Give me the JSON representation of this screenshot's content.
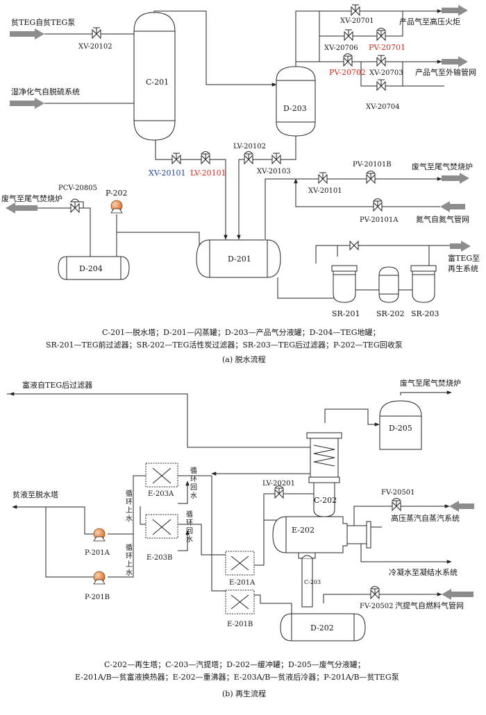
{
  "panel_a": {
    "inputs": {
      "lean_teg": "贫TEG自贫TEG泵",
      "wet_gas": "湿净化气自脱硫系统"
    },
    "outputs": {
      "flare": "产品气至高压火炬",
      "export": "产品气至外输管网",
      "waste_gas_right": "废气至尾气焚烧炉",
      "nitrogen": "氮气自氮气管网",
      "waste_gas_left": "废气至尾气焚烧炉",
      "rich_teg_line1": "富TEG至",
      "rich_teg_line2": "再生系统"
    },
    "valves": {
      "xv20102": "XV-20102",
      "xv20701": "XV-20701",
      "xv20706": "XV-20706",
      "pv20701": "PV-20701",
      "pv20702": "PV-20702",
      "xv20703": "XV-20703",
      "xv20704": "XV-20704",
      "lv20102": "LV-20102",
      "xv20103": "XV-20103",
      "xv20101_blue": "XV-20101",
      "lv20101": "LV-20101",
      "pv20101b": "PV-20101B",
      "xv20101": "XV-20101",
      "pv20101a": "PV-20101A",
      "pcv20805": "PCV-20805"
    },
    "equipment": {
      "c201": "C-201",
      "d203": "D-203",
      "d201": "D-201",
      "d204": "D-204",
      "p202": "P-202",
      "sr201": "SR-201",
      "sr202": "SR-202",
      "sr203": "SR-203"
    },
    "legend_line1": "C-201—脱水塔；D-201—闪蒸罐；D-203—产品气分液罐；D-204—TEG地罐；",
    "legend_line2": "SR-201—TEG前过滤器；SR-202—TEG活性炭过滤器；SR-203—TEG后过滤器；P-202—TEG回收泵",
    "caption": "(a) 脱水流程"
  },
  "panel_b": {
    "inputs": {
      "rich_liquid": "富液自TEG后过滤器",
      "hp_steam": "高压蒸汽自蒸汽系统",
      "strip_gas": "汽提气自燃料气管网"
    },
    "outputs": {
      "waste_gas": "废气至尾气焚烧炉",
      "lean_liquid": "贫液至脱水塔",
      "condensate": "冷凝水至凝结水系统"
    },
    "valves": {
      "lv20201": "LV-20201",
      "fv20501": "FV-20501",
      "fv20502": "FV-20502"
    },
    "equipment": {
      "d205": "D-205",
      "c202": "C-202",
      "e202": "E-202",
      "c203": "C-203",
      "d202": "D-202",
      "e203a": "E-203A",
      "e203b": "E-203B",
      "e201a": "E-201A",
      "e201b": "E-201B",
      "p201a": "P-201A",
      "p201b": "P-201B"
    },
    "water_labels": {
      "supply_a": [
        "循",
        "环",
        "上",
        "水"
      ],
      "return_a": [
        "循",
        "环",
        "回",
        "水"
      ],
      "return_b": [
        "循",
        "环",
        "回",
        "水"
      ],
      "supply_b": [
        "循",
        "环",
        "上",
        "水"
      ]
    },
    "legend_line1": "C-202—再生塔；C-203—汽提塔；D-202—缓冲罐；D-205—废气分液罐；",
    "legend_line2": "E-201A/B—贫富液换热器；E-202—重沸器；E-203A/B—贫液后冷器；P-201A/B—贫TEG泵",
    "caption": "(b) 再生流程"
  }
}
